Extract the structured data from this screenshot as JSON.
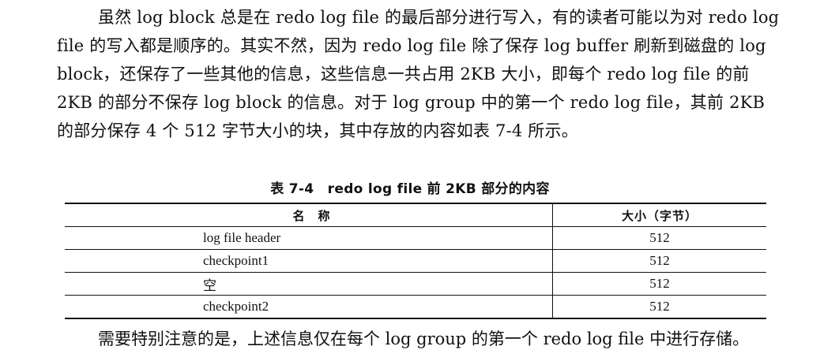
{
  "paragraph1": "虽然 log block 总是在 redo log file 的最后部分进行写入，有的读者可能以为对 redo log file 的写入都是顺序的。其实不然，因为 redo log file 除了保存 log buffer 刷新到磁盘的 log block，还保存了一些其他的信息，这些信息一共占用 2KB 大小，即每个 redo log file 的前 2KB 的部分不保存 log block 的信息。对于 log group 中的第一个 redo log file，其前 2KB 的部分保存 4 个 512 字节大小的块，其中存放的内容如表 7-4 所示。",
  "table": {
    "caption": "表 7-4　redo log file 前 2KB 部分的内容",
    "headers": [
      "名　称",
      "大小（字节）"
    ],
    "rows": [
      {
        "name": "log file header",
        "size": "512"
      },
      {
        "name": "checkpoint1",
        "size": "512"
      },
      {
        "name": "空",
        "size": "512"
      },
      {
        "name": "checkpoint2",
        "size": "512"
      }
    ]
  },
  "paragraph2": "需要特别注意的是，上述信息仅在每个 log group 的第一个 redo log file 中进行存储。"
}
